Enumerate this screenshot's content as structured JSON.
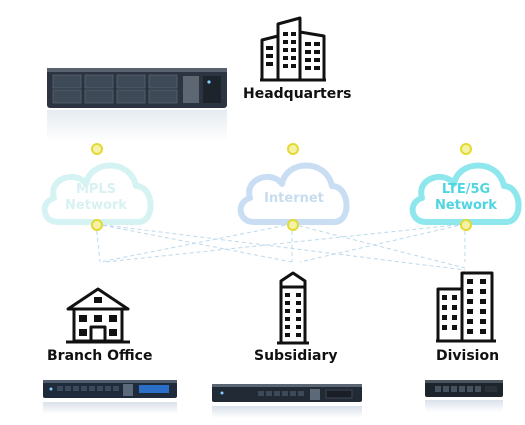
{
  "nodes": {
    "headquarters": {
      "label": "Headquarters"
    },
    "branch": {
      "label": "Branch Office"
    },
    "subsidiary": {
      "label": "Subsidiary"
    },
    "division": {
      "label": "Division"
    }
  },
  "clouds": {
    "mpls": {
      "line1": "MPLS",
      "line2": "Network",
      "color": "#a7e8ea"
    },
    "internet": {
      "line1": "Internet",
      "color": "#9ec4ea"
    },
    "lte": {
      "line1": "LTE/5G",
      "line2": "Network",
      "color": "#4fdde6"
    }
  },
  "colors": {
    "node_dot_fill": "#f4f2a6",
    "node_dot_stroke": "#e2da33",
    "dashed_link": "#bcd9ec",
    "building": "#111111"
  }
}
